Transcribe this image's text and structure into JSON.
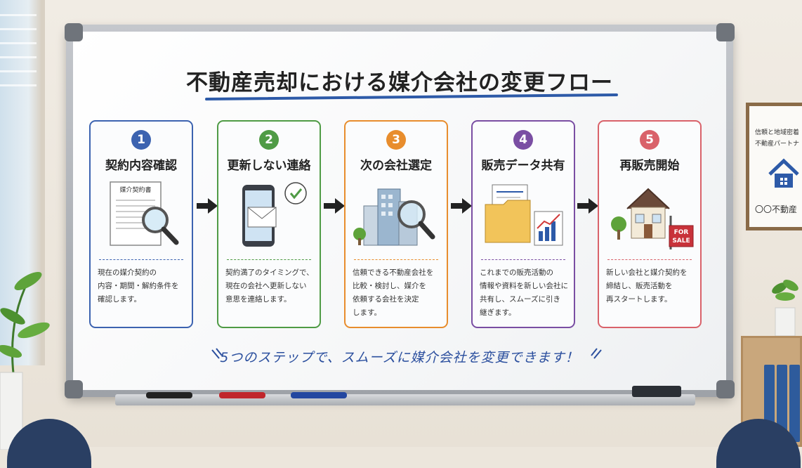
{
  "title": "不動産売却における媒介会社の変更フロー",
  "steps": [
    {
      "number": "1",
      "title": "契約内容確認",
      "doc_label": "媒介契約書",
      "color": "#3c63b0",
      "desc": [
        "現在の媒介契約の",
        "内容・期間・解約条件を",
        "確認します。"
      ]
    },
    {
      "number": "2",
      "title": "更新しない連絡",
      "color": "#4f9b45",
      "desc": [
        "契約満了のタイミングで、",
        "現在の会社へ更新しない",
        "意思を連絡します。"
      ]
    },
    {
      "number": "3",
      "title": "次の会社選定",
      "color": "#e88d2d",
      "desc": [
        "信頼できる不動産会社を",
        "比較・検討し、媒介を",
        "依頼する会社を決定",
        "します。"
      ]
    },
    {
      "number": "4",
      "title": "販売データ共有",
      "color": "#7a4ea3",
      "desc": [
        "これまでの販売活動の",
        "情報や資料を新しい会社に",
        "共有し、スムーズに引き",
        "継ぎます。"
      ]
    },
    {
      "number": "5",
      "title": "再販売開始",
      "color": "#d9626a",
      "sign": [
        "FOR",
        "SALE"
      ],
      "desc": [
        "新しい会社と媒介契約を",
        "締結し、販売活動を",
        "再スタートします。"
      ]
    }
  ],
  "tagline": "5つのステップで、スムーズに媒介会社を変更できます！",
  "poster": {
    "lines": [
      "信頼と地域密着",
      "不動産パートナ",
      "〇〇不動産"
    ]
  }
}
